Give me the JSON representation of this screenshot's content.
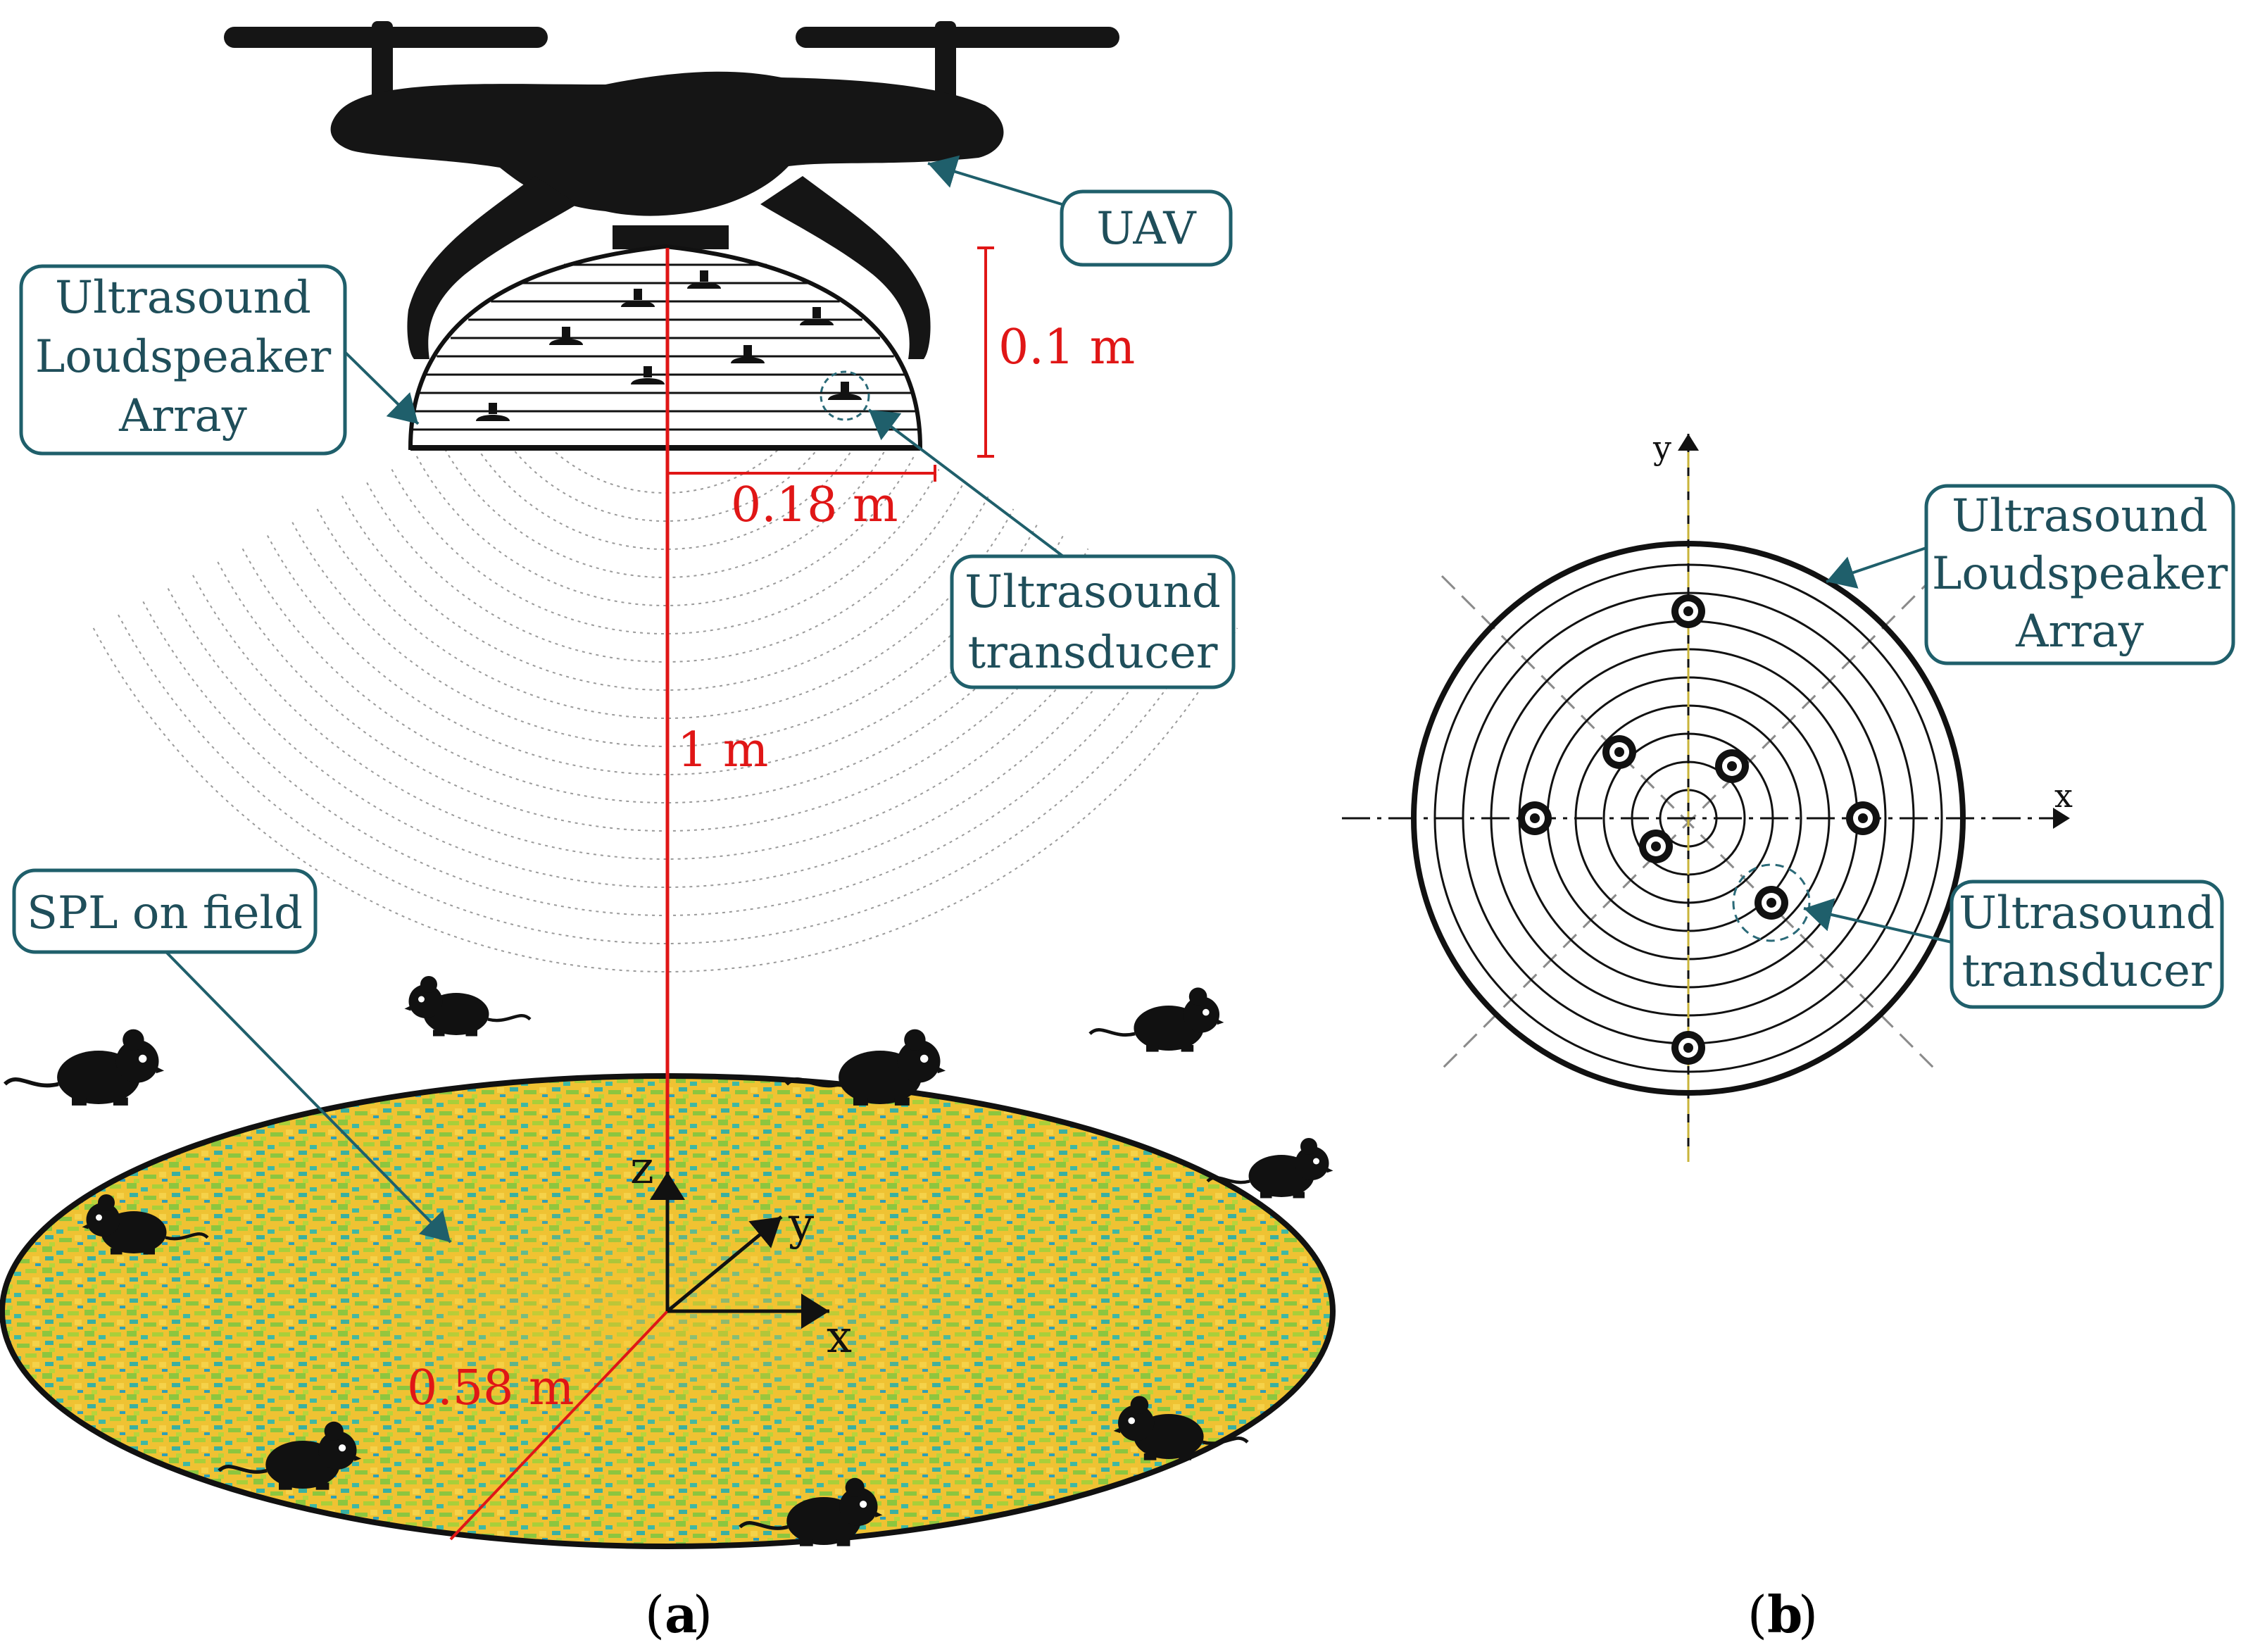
{
  "panel_a": {
    "callouts": {
      "uav": "UAV",
      "array_line1": "Ultrasound",
      "array_line2": "Loudspeaker",
      "array_line3": "Array",
      "transducer_line1": "Ultrasound",
      "transducer_line2": "transducer",
      "spl": "SPL on field"
    },
    "dimensions": {
      "height": "0.1 m",
      "radius": "0.18 m",
      "distance": "1 m",
      "field_radius": "0.58 m"
    },
    "axes": {
      "x": "x",
      "y": "y",
      "z": "z"
    },
    "caption_open": "(",
    "caption_letter": "a",
    "caption_close": ")"
  },
  "panel_b": {
    "callouts": {
      "array_line1": "Ultrasound",
      "array_line2": "Loudspeaker",
      "array_line3": "Array",
      "transducer_line1": "Ultrasound",
      "transducer_line2": "transducer"
    },
    "axes": {
      "x": "x",
      "y": "y"
    },
    "caption_open": "(",
    "caption_letter": "b",
    "caption_close": ")"
  },
  "colors": {
    "callout_border": "#1f5f6b",
    "callout_text": "#1f4e5a",
    "dimension_red": "#e01616",
    "field_yellow": "#f0c232",
    "field_green": "#8cc63f",
    "field_teal": "#2bb3a3",
    "silhouette": "#111111"
  }
}
